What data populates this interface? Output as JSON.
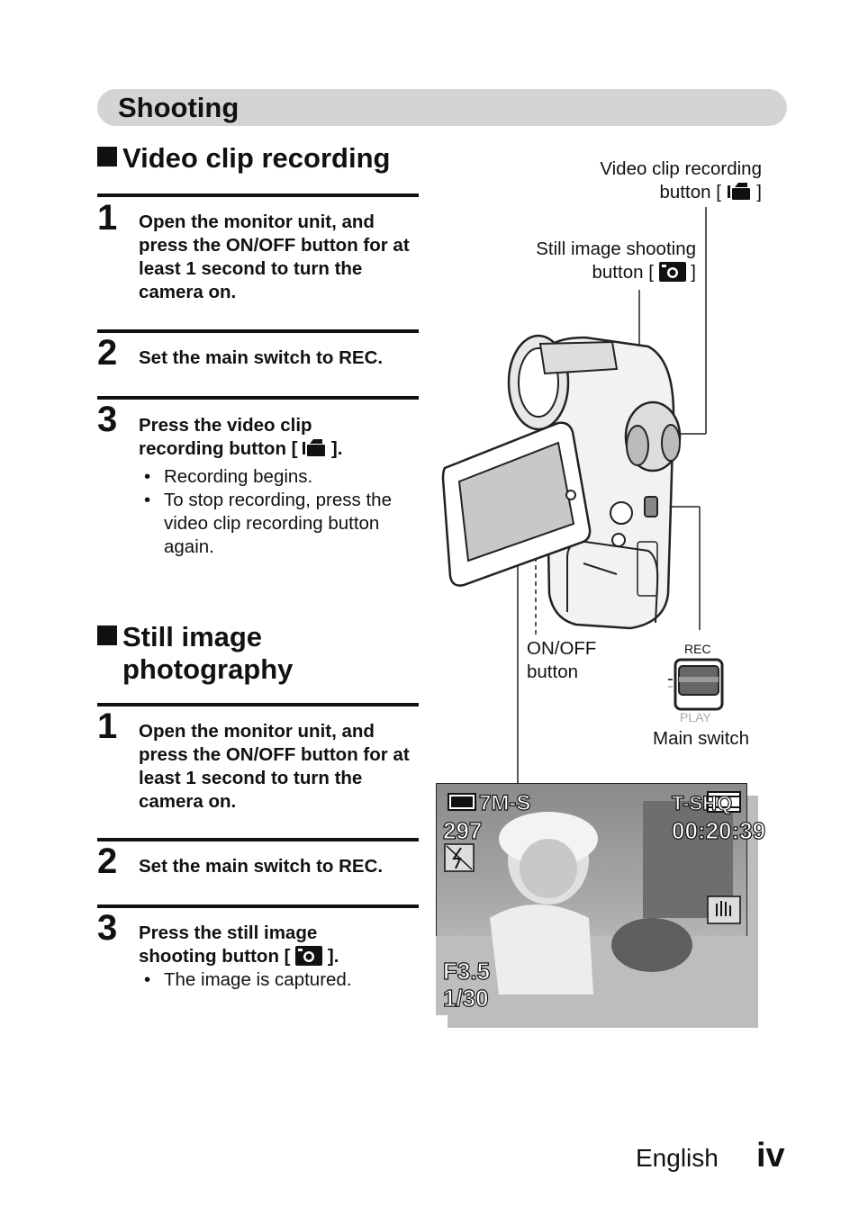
{
  "section": {
    "title": "Shooting"
  },
  "video": {
    "heading": "Video clip recording",
    "steps": [
      {
        "num": "1",
        "text": "Open the monitor unit, and press the ON/OFF button for at least 1 second to turn the camera on."
      },
      {
        "num": "2",
        "text": "Set the main switch to REC."
      },
      {
        "num": "3",
        "text_before": "Press the video clip recording button [",
        "text_after": "].",
        "bullets": [
          "Recording begins.",
          "To stop recording, press the video clip recording button again."
        ]
      }
    ]
  },
  "still": {
    "heading_line1": "Still image",
    "heading_line2": "photography",
    "steps": [
      {
        "num": "1",
        "text": "Open the monitor unit, and press the ON/OFF button for at least 1 second to turn the camera on."
      },
      {
        "num": "2",
        "text": "Set the main switch to REC."
      },
      {
        "num": "3",
        "text_before": "Press the still image shooting button [",
        "text_after": "].",
        "bullets": [
          "The image is captured."
        ]
      }
    ]
  },
  "callouts": {
    "video_button_line1": "Video clip recording",
    "video_button_line2": "button [",
    "still_button_line1": "Still image shooting",
    "still_button_line2": "button [",
    "bracket_close": "]",
    "onoff_line1": "ON/OFF",
    "onoff_line2": "button",
    "switch_rec": "REC",
    "switch_play": "PLAY",
    "main_switch": "Main switch"
  },
  "lcd": {
    "resolution": "7M-S",
    "shots_remaining": "297",
    "quality": "T-SHQ",
    "time_remaining": "00:20:39",
    "aperture": "F3.5",
    "shutter": "1/30"
  },
  "footer": {
    "language": "English",
    "page": "iv"
  },
  "colors": {
    "section_bar": "#d4d4d4",
    "text": "#111111"
  },
  "icons": [
    "video-camera-icon",
    "camera-icon",
    "battery-icon",
    "flash-off-icon",
    "film-icon",
    "stabilizer-icon"
  ]
}
